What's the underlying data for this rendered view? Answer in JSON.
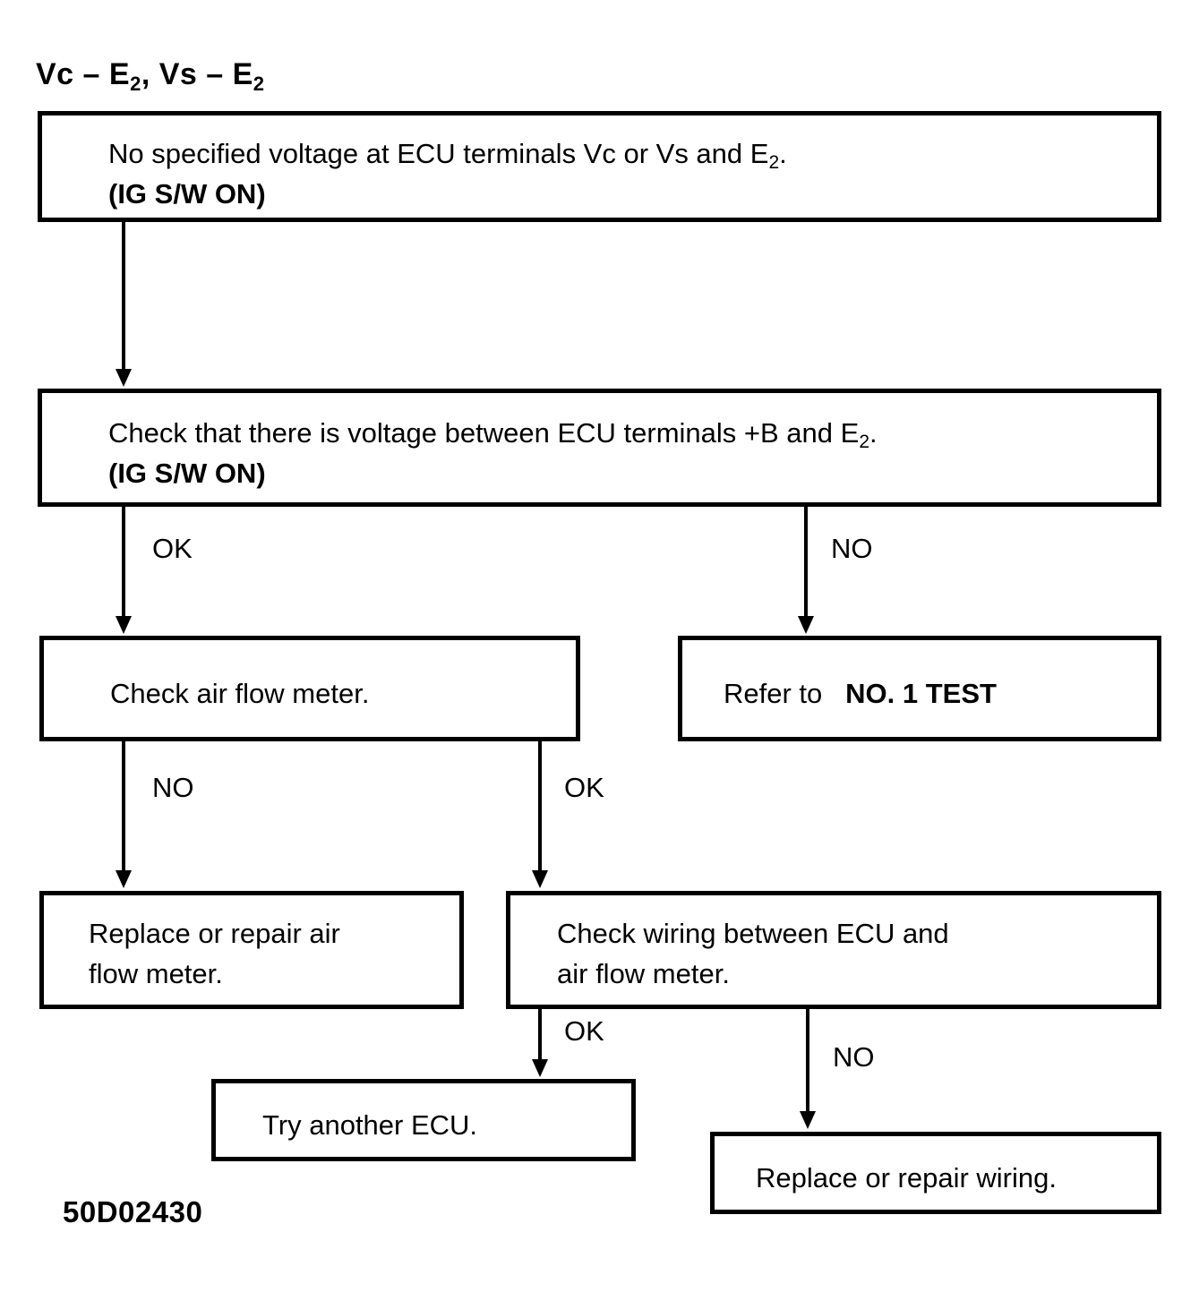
{
  "diagram": {
    "title_prefix": "Vc – E",
    "title_sub1": "2",
    "title_mid": ", Vs – E",
    "title_sub2": "2",
    "figure_id": "50D02430",
    "nodes": {
      "symptom": {
        "line1_pre": "No specified voltage at ECU terminals Vc or Vs and E",
        "line1_sub": "2",
        "line1_post": ".",
        "line2": "(IG S/W ON)"
      },
      "check_b_voltage": {
        "line1_pre": "Check that there is voltage between ECU terminals +B and E",
        "line1_sub": "2",
        "line1_post": ".",
        "line2": "(IG S/W ON)"
      },
      "check_air_flow_meter": {
        "line1": "Check air flow meter."
      },
      "refer_no1_test": {
        "prefix": "Refer to",
        "emphasis": "NO. 1 TEST"
      },
      "replace_air_flow_meter": {
        "line1": "Replace or repair air",
        "line2": "flow meter."
      },
      "check_wiring": {
        "line1": "Check wiring between ECU and",
        "line2": "air flow meter."
      },
      "try_another_ecu": {
        "line1": "Try another ECU."
      },
      "replace_wiring": {
        "line1": "Replace or repair wiring."
      }
    },
    "edges": {
      "symptom_to_check_b": {
        "label": ""
      },
      "check_b_ok": {
        "label": "OK"
      },
      "check_b_no": {
        "label": "NO"
      },
      "afm_no": {
        "label": "NO"
      },
      "afm_ok": {
        "label": "OK"
      },
      "wiring_ok": {
        "label": "OK"
      },
      "wiring_no": {
        "label": "NO"
      }
    },
    "colors": {
      "ink": "#000000",
      "paper": "#ffffff"
    }
  }
}
